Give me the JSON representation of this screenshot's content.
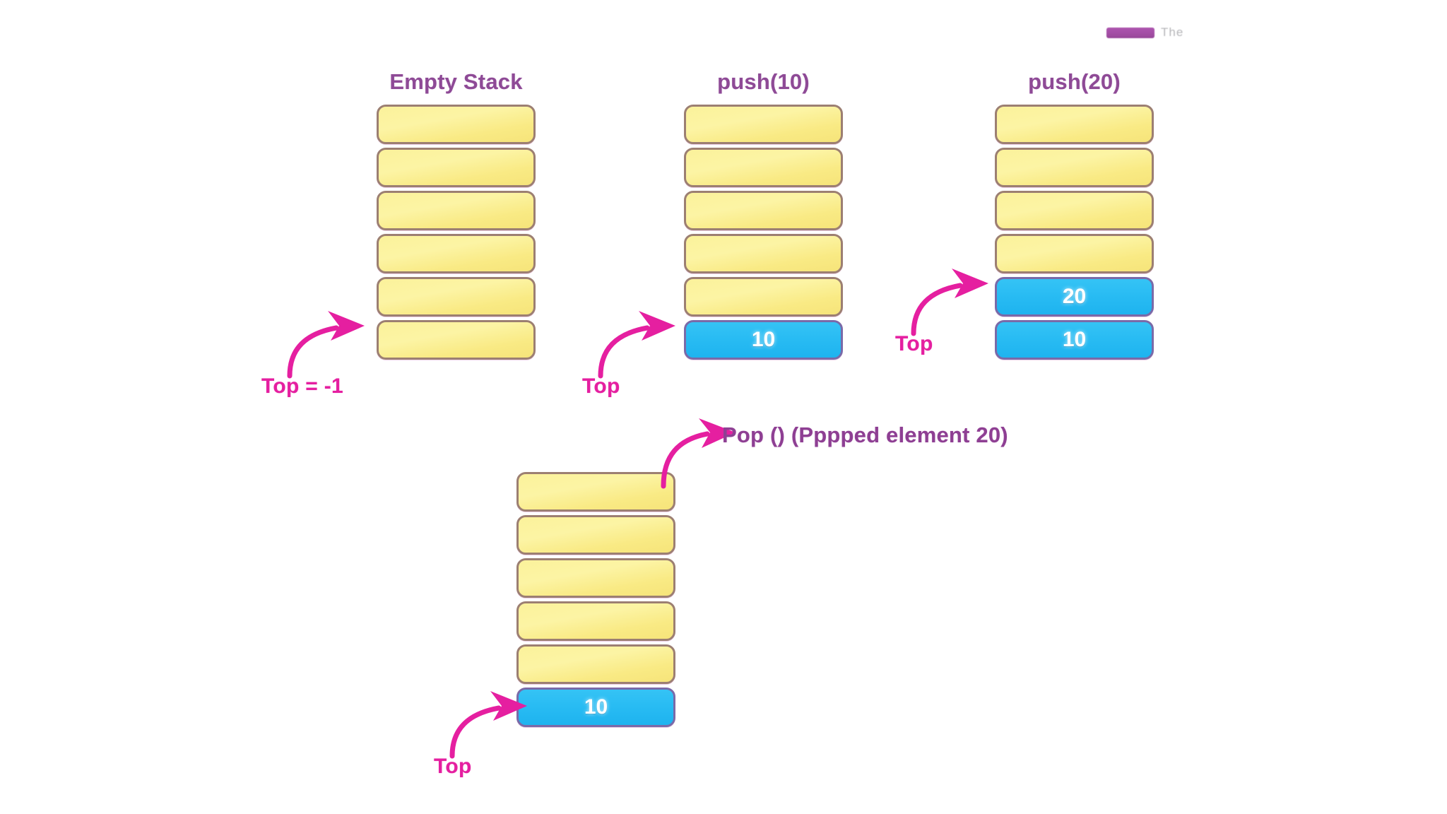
{
  "page": {
    "background_color": "#ffffff",
    "title_color": "#8e4a96",
    "pointer_color": "#e51fa0",
    "empty_cell_color": "#fbf29b",
    "empty_cell_border": "#9c7f72",
    "filled_cell_color": "#29bcf3",
    "filled_cell_border": "#7a6aa8",
    "filled_cell_text_color": "#ffffff"
  },
  "artifact": {
    "text_fragment": "The"
  },
  "stacks": [
    {
      "id": "empty-stack",
      "title": "Empty Stack",
      "capacity": 6,
      "cells": [
        {
          "value": "",
          "state": "empty"
        },
        {
          "value": "",
          "state": "empty"
        },
        {
          "value": "",
          "state": "empty"
        },
        {
          "value": "",
          "state": "empty"
        },
        {
          "value": "",
          "state": "empty"
        },
        {
          "value": "",
          "state": "empty"
        }
      ],
      "pointer": {
        "label": "Top = -1",
        "target_index": 5
      }
    },
    {
      "id": "push-10-stack",
      "title": "push(10)",
      "capacity": 6,
      "cells": [
        {
          "value": "",
          "state": "empty"
        },
        {
          "value": "",
          "state": "empty"
        },
        {
          "value": "",
          "state": "empty"
        },
        {
          "value": "",
          "state": "empty"
        },
        {
          "value": "",
          "state": "empty"
        },
        {
          "value": "10",
          "state": "filled"
        }
      ],
      "pointer": {
        "label": "Top",
        "target_index": 5
      }
    },
    {
      "id": "push-20-stack",
      "title": "push(20)",
      "capacity": 6,
      "cells": [
        {
          "value": "",
          "state": "empty"
        },
        {
          "value": "",
          "state": "empty"
        },
        {
          "value": "",
          "state": "empty"
        },
        {
          "value": "",
          "state": "empty"
        },
        {
          "value": "20",
          "state": "filled"
        },
        {
          "value": "10",
          "state": "filled"
        }
      ],
      "pointer": {
        "label": "Top",
        "target_index": 4
      }
    },
    {
      "id": "pop-stack",
      "title": "",
      "capacity": 6,
      "cells": [
        {
          "value": "",
          "state": "empty"
        },
        {
          "value": "",
          "state": "empty"
        },
        {
          "value": "",
          "state": "empty"
        },
        {
          "value": "",
          "state": "empty"
        },
        {
          "value": "",
          "state": "empty"
        },
        {
          "value": "10",
          "state": "filled"
        }
      ],
      "pointer": {
        "label": "Top",
        "target_index": 5
      },
      "operation_label": "Pop () (Pppped element 20)"
    }
  ]
}
